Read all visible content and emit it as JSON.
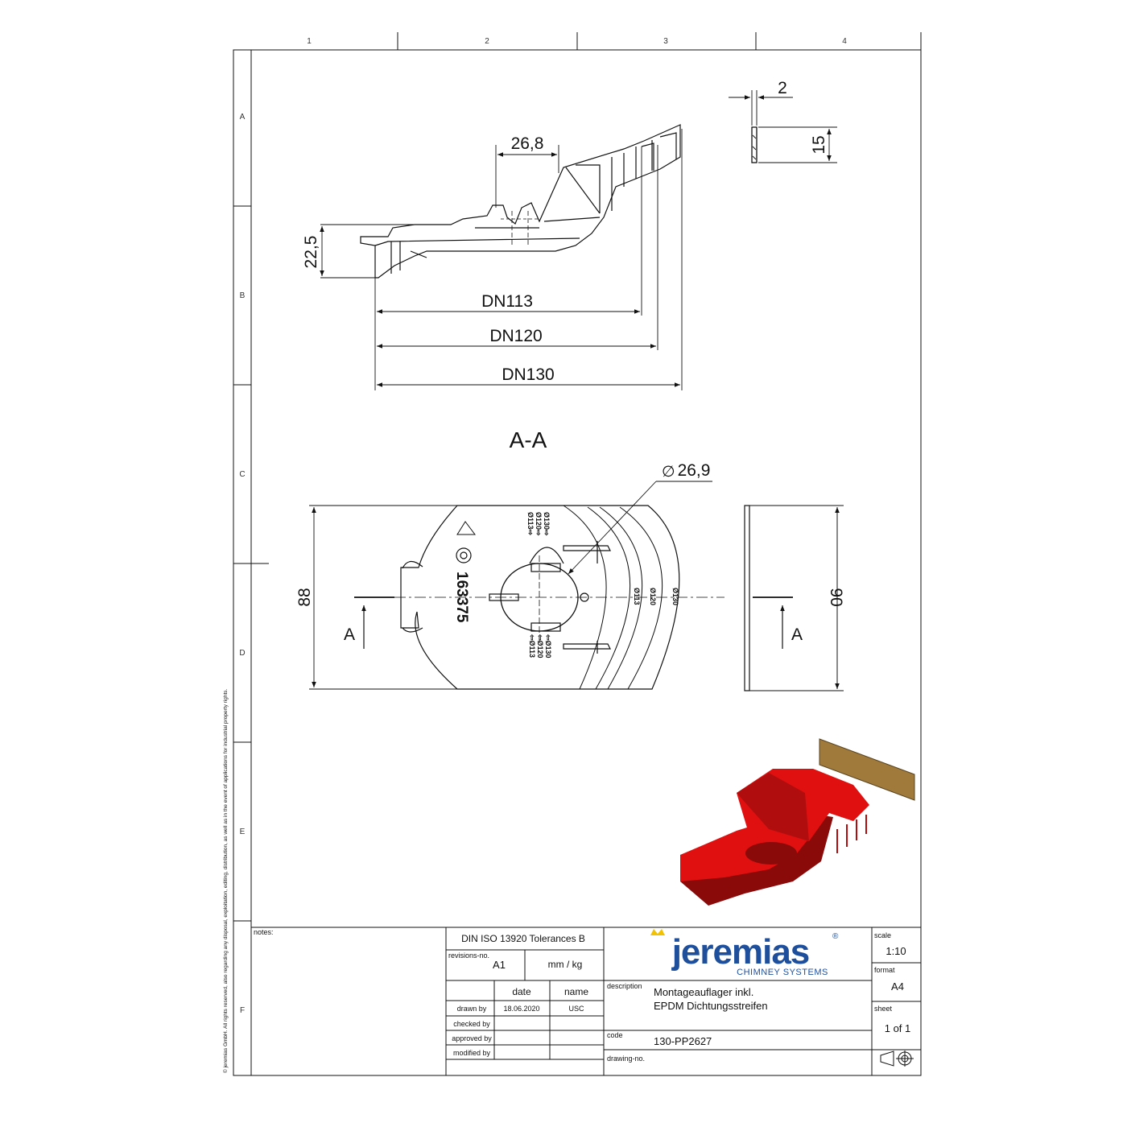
{
  "grid": {
    "columns": [
      "1",
      "2",
      "3",
      "4"
    ],
    "rows": [
      "A",
      "B",
      "C",
      "D",
      "E",
      "F"
    ]
  },
  "dimensions": {
    "width_2": "2",
    "height_15": "15",
    "height_22_5": "22,5",
    "width_26_8": "26,8",
    "dn113": "DN113",
    "dn120": "DN120",
    "dn130": "DN130",
    "section_label": "A-A",
    "diameter_26_9": "26,9",
    "height_88": "88",
    "height_90": "90",
    "section_mark_left": "A",
    "section_mark_right": "A"
  },
  "part_markings": {
    "part_number": "163375",
    "d130": "Ø130",
    "d120": "Ø120",
    "d113": "Ø113",
    "top_labels": [
      "Ø130⇨",
      "Ø120⇨",
      "Ø113⇨"
    ],
    "bottom_labels": [
      "⇦Ø130",
      "⇦Ø120",
      "⇦Ø113"
    ]
  },
  "copyright": "© jeremias GmbH. All rights reserved, also regarding any disposal, exploitation, editing, distribution, as well as in the event of applications for industrial property rights.",
  "title_block": {
    "notes_label": "notes:",
    "tolerances": "DIN ISO 13920 Tolerances B",
    "revisions_label": "revisions-no.",
    "revision_value": "A1",
    "units": "mm / kg",
    "date_header": "date",
    "name_header": "name",
    "drawn_by_label": "drawn by",
    "drawn_date": "18.06.2020",
    "drawn_name": "USC",
    "checked_by_label": "checked by",
    "approved_by_label": "approved by",
    "modified_by_label": "modified by",
    "brand": "jeremias",
    "brand_sub": "CHIMNEY SYSTEMS",
    "registered": "®",
    "description_label": "description",
    "description_line1": "Montageauflager inkl.",
    "description_line2": "EPDM Dichtungsstreifen",
    "code_label": "code",
    "code_value": "130-PP2627",
    "drawing_no_label": "drawing-no.",
    "scale_label": "scale",
    "scale_value": "1:10",
    "format_label": "format",
    "format_value": "A4",
    "sheet_label": "sheet",
    "sheet_value": "1 of 1"
  },
  "colors": {
    "part_red": "#e01010",
    "part_dark_red": "#8a0a0a",
    "strip_brown": "#a07a3a",
    "brand_blue": "#1d4f9c",
    "brand_yellow": "#f2c200"
  }
}
